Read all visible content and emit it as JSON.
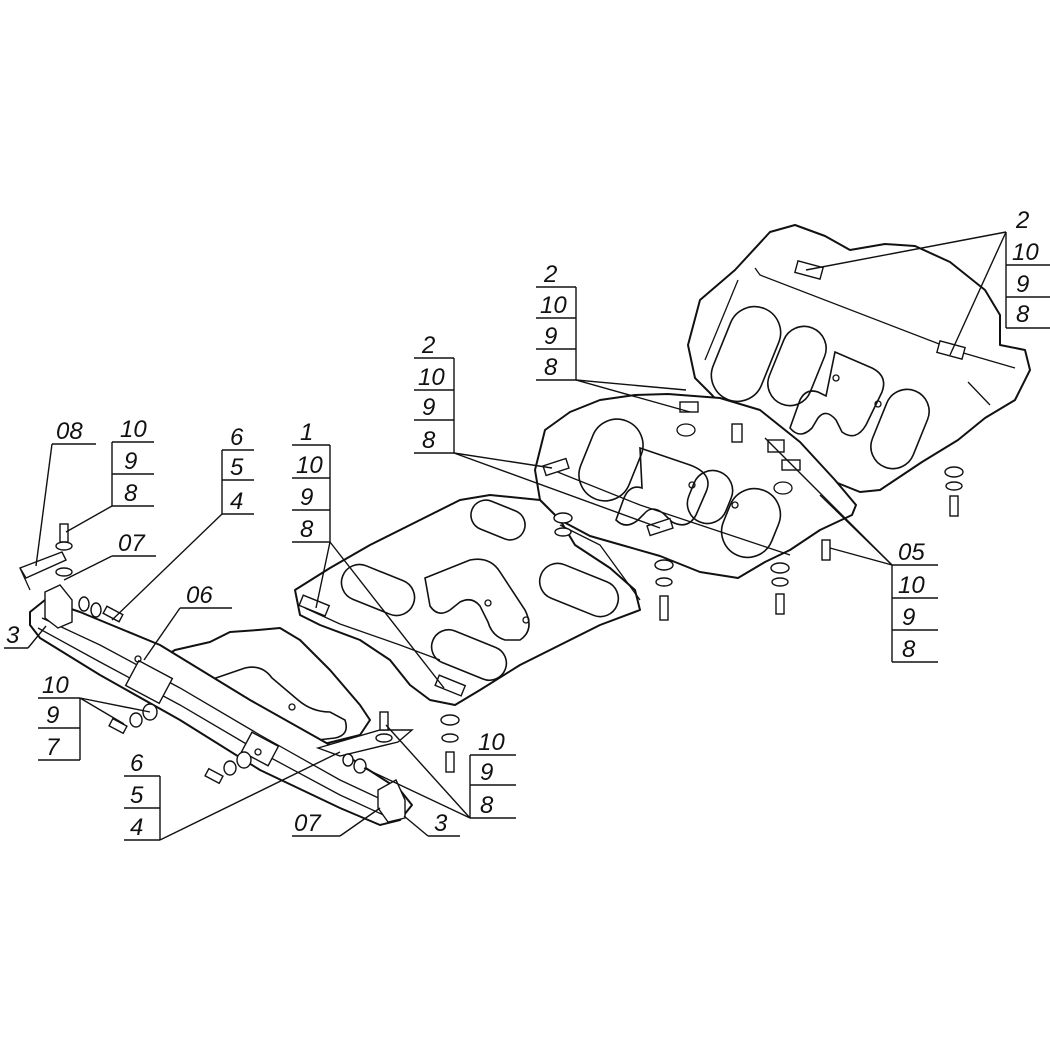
{
  "drawing": {
    "callouts": [
      {
        "id": "c-top-right",
        "labels": [
          "2",
          "10",
          "9",
          "8"
        ]
      },
      {
        "id": "c-upper-mid",
        "labels": [
          "2",
          "10",
          "9",
          "8"
        ]
      },
      {
        "id": "c-mid",
        "labels": [
          "2",
          "10",
          "9",
          "8"
        ]
      },
      {
        "id": "c-center",
        "labels": [
          "1",
          "10",
          "9",
          "8"
        ]
      },
      {
        "id": "c-right",
        "labels": [
          "05",
          "10",
          "9",
          "8"
        ]
      },
      {
        "id": "c-bottom-center",
        "labels": [
          "10",
          "9",
          "8"
        ]
      },
      {
        "id": "c-left-top",
        "labels": [
          "10",
          "9",
          "8"
        ]
      },
      {
        "id": "c-left-654",
        "labels": [
          "6",
          "5",
          "4"
        ]
      },
      {
        "id": "c-left-mid",
        "labels": [
          "10",
          "9",
          "7"
        ]
      },
      {
        "id": "c-left-bottom",
        "labels": [
          "6",
          "5",
          "4"
        ]
      }
    ],
    "single_labels": {
      "l08": "08",
      "l07a": "07",
      "l06": "06",
      "l3a": "3",
      "l07b": "07",
      "l3b": "3"
    }
  }
}
